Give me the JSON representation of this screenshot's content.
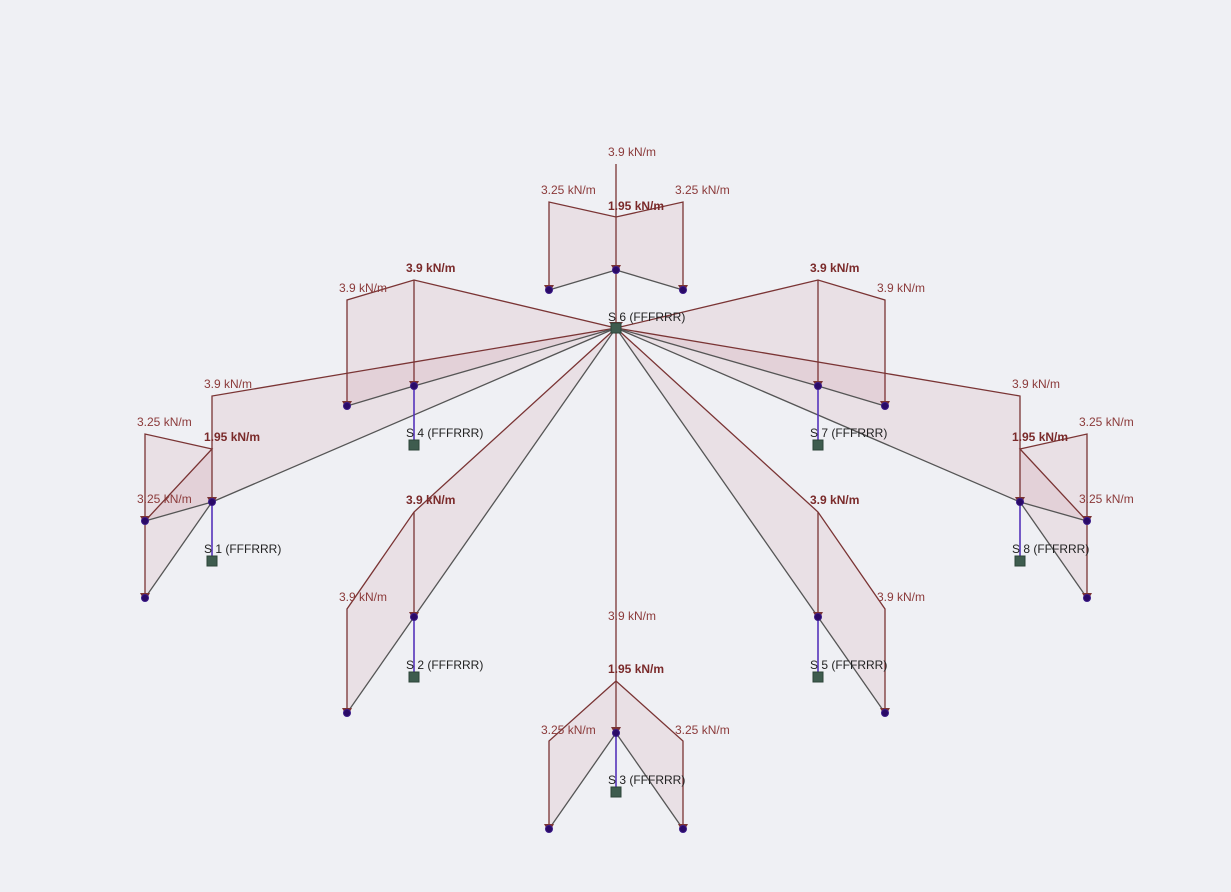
{
  "colors": {
    "background": "#eff0f4",
    "member": "#555555",
    "column": "#5533bb",
    "load": "#7a3434",
    "node": "#2a0a66",
    "support": "#3e5c4e"
  },
  "hub": {
    "label": "S 6 (FFFRRR)"
  },
  "arms": [
    {
      "id": "top",
      "center_load": "3.9 kN/m",
      "mid_load": "1.95 kN/m",
      "left_load": "3.25 kN/m",
      "right_load": "3.25 kN/m"
    },
    {
      "id": "upper-left",
      "support_label": "S 4 (FFFRRR)",
      "peak_load": "3.9 kN/m",
      "side_load": "3.9 kN/m"
    },
    {
      "id": "upper-right",
      "support_label": "S 7 (FFFRRR)",
      "peak_load": "3.9 kN/m",
      "side_load": "3.9 kN/m"
    },
    {
      "id": "left",
      "support_label": "S 1 (FFFRRR)",
      "center_load": "3.9 kN/m",
      "mid_load": "1.95 kN/m",
      "top_load": "3.25 kN/m",
      "bottom_load": "3.25 kN/m"
    },
    {
      "id": "right",
      "support_label": "S 8 (FFFRRR)",
      "center_load": "3.9 kN/m",
      "mid_load": "1.95 kN/m",
      "top_load": "3.25 kN/m",
      "bottom_load": "3.25 kN/m"
    },
    {
      "id": "lower-left",
      "support_label": "S 2 (FFFRRR)",
      "peak_load": "3.9 kN/m",
      "side_load": "3.9 kN/m"
    },
    {
      "id": "lower-right",
      "support_label": "S 5 (FFFRRR)",
      "peak_load": "3.9 kN/m",
      "side_load": "3.9 kN/m"
    },
    {
      "id": "bottom",
      "support_label": "S 3 (FFFRRR)",
      "center_load": "3.9 kN/m",
      "mid_load": "1.95 kN/m",
      "left_load": "3.25 kN/m",
      "right_load": "3.25 kN/m"
    }
  ]
}
